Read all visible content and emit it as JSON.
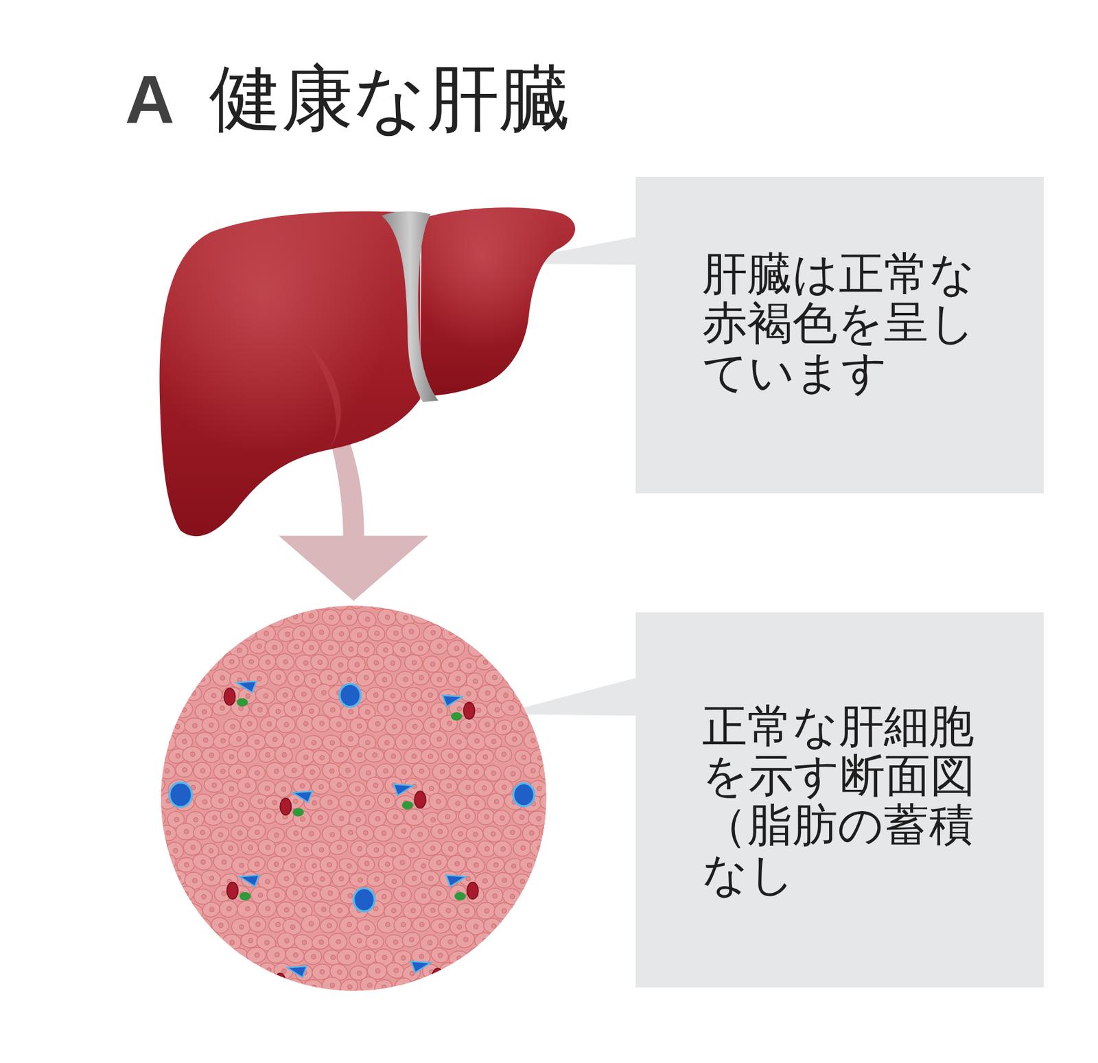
{
  "diagram": {
    "title": "健康な肝臓",
    "nodes": [
      {
        "text": [
          "肝臓は正常な赤褐色を呈しています"
        ]
      },
      {
        "text": [
          "正常な肝細胞を示す断面図（脂肪の蓄積なし"
        ]
      }
    ],
    "labels": [
      "A"
    ]
  }
}
